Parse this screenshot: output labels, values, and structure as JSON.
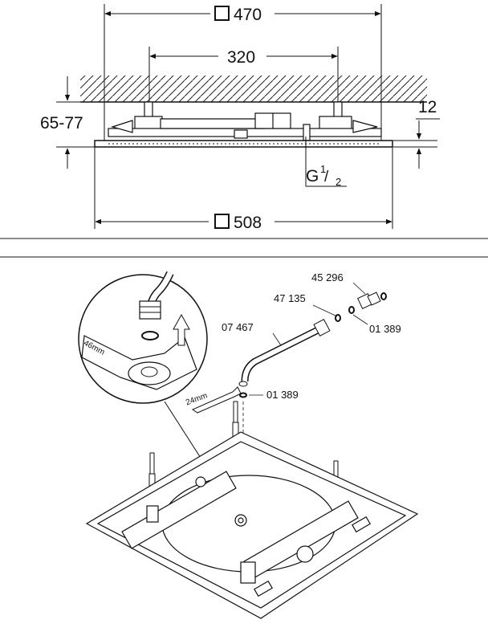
{
  "top_drawing": {
    "overall_width_label": "470",
    "mount_spacing_label": "320",
    "height_range_label": "65-77",
    "panel_thickness_label": "12",
    "panel_width_label": "508",
    "thread_label": "G",
    "thread_fraction_num": "1",
    "thread_fraction_den": "2",
    "square_symbol": "square-symbol"
  },
  "bottom_drawing": {
    "parts": [
      {
        "ref": "45 296"
      },
      {
        "ref": "47 135"
      },
      {
        "ref": "01 389"
      },
      {
        "ref": "07 467"
      },
      {
        "ref": "01 389"
      }
    ],
    "wrench_large_label": "46mm",
    "wrench_small_label": "24mm"
  }
}
